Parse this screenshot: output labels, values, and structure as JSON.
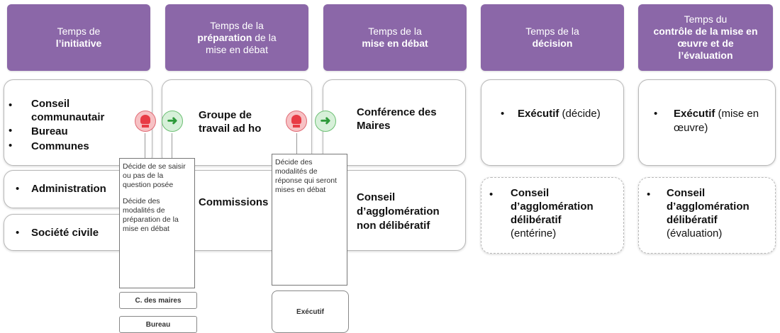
{
  "phases": [
    {
      "line1": "Temps de",
      "bold": "l’initiative",
      "line3": ""
    },
    {
      "line1": "Temps de la",
      "bold": "préparation",
      "rest": " de la",
      "line3": "mise en débat"
    },
    {
      "line1": "Temps de la",
      "bold": "mise en débat",
      "line3": ""
    },
    {
      "line1": "Temps de la",
      "bold": "décision",
      "line3": ""
    },
    {
      "line1": "Temps du",
      "bold": "contrôle de la mise en œuvre et de l’évaluation",
      "line3": ""
    }
  ],
  "col1": {
    "top_items": [
      "Conseil",
      "communautair",
      "Bureau",
      "Communes"
    ],
    "admin": "Administration",
    "civil": "Société civile"
  },
  "col2": {
    "top": [
      "Groupe de",
      "travail ad ho"
    ],
    "commissions": "Commissions"
  },
  "col3": {
    "top": [
      "Conférence des",
      "Maires"
    ],
    "bottom": [
      "Conseil",
      "d’agglomération",
      "non délibératif"
    ]
  },
  "col4": {
    "top_bold": "Exécutif",
    "top_rest": " (décide)",
    "bottom": [
      "Conseil",
      "d’agglomération",
      "délibératif"
    ],
    "bottom_note": "(entérine)"
  },
  "col5": {
    "top_bold": "Exécutif",
    "top_rest": " (mise en",
    "top_rest2": "œuvre)",
    "bottom": [
      "Conseil",
      "d’agglomération",
      "délibératif"
    ],
    "bottom_note": "(évaluation)"
  },
  "note1": {
    "p1": "Décide de se saisir ou pas de la question posée",
    "p2": "Décide des modalités de préparation de la mise en débat"
  },
  "note2": {
    "p1": "Décide des modalités de réponse qui seront mises en débat"
  },
  "tags": {
    "c_maires": "C. des maires",
    "bureau": "Bureau",
    "executif": "Exécutif"
  },
  "colors": {
    "phase": "#8b67a8",
    "stop": "#e83b45",
    "go": "#2e9a3a"
  }
}
